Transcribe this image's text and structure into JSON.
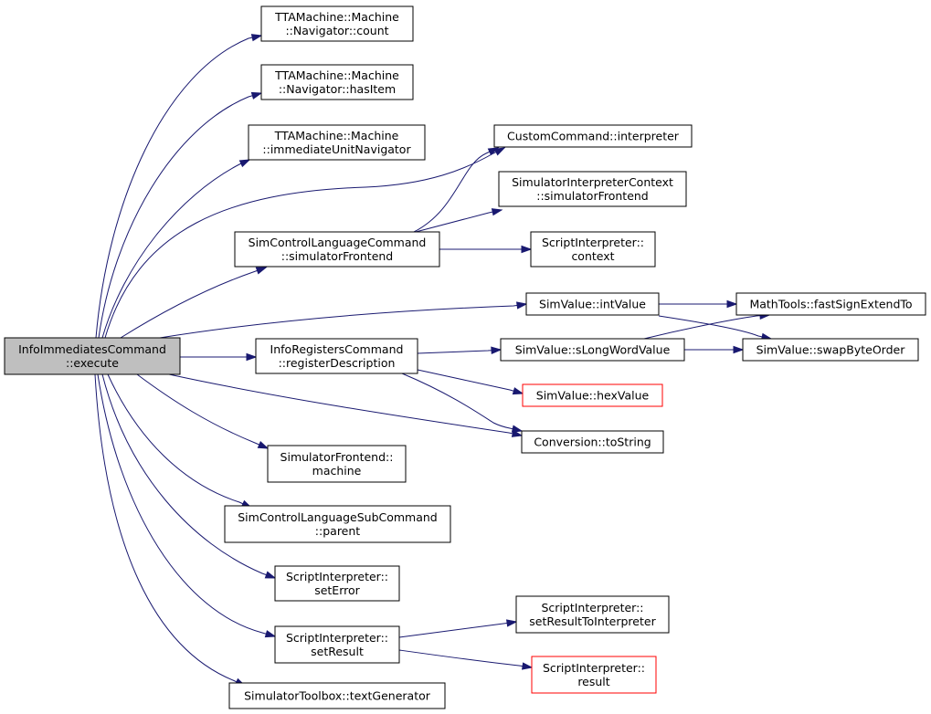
{
  "nodes": {
    "execute": {
      "lines": [
        "InfoImmediatesCommand",
        "::execute"
      ]
    },
    "navCount": {
      "lines": [
        "TTAMachine::Machine",
        "::Navigator::count"
      ]
    },
    "navHasItem": {
      "lines": [
        "TTAMachine::Machine",
        "::Navigator::hasItem"
      ]
    },
    "immNav": {
      "lines": [
        "TTAMachine::Machine",
        "::immediateUnitNavigator"
      ]
    },
    "customInterp": {
      "lines": [
        "CustomCommand::interpreter"
      ]
    },
    "simCtxFrontend": {
      "lines": [
        "SimulatorInterpreterContext",
        "::simulatorFrontend"
      ]
    },
    "sclcFrontend": {
      "lines": [
        "SimControlLanguageCommand",
        "::simulatorFrontend"
      ]
    },
    "scriptContext": {
      "lines": [
        "ScriptInterpreter::",
        "context"
      ]
    },
    "intValue": {
      "lines": [
        "SimValue::intValue"
      ]
    },
    "fastSign": {
      "lines": [
        "MathTools::fastSignExtendTo"
      ]
    },
    "regDesc": {
      "lines": [
        "InfoRegistersCommand",
        "::registerDescription"
      ]
    },
    "sLong": {
      "lines": [
        "SimValue::sLongWordValue"
      ]
    },
    "swap": {
      "lines": [
        "SimValue::swapByteOrder"
      ]
    },
    "hexValue": {
      "lines": [
        "SimValue::hexValue"
      ]
    },
    "toString": {
      "lines": [
        "Conversion::toString"
      ]
    },
    "machine": {
      "lines": [
        "SimulatorFrontend::",
        "machine"
      ]
    },
    "parent": {
      "lines": [
        "SimControlLanguageSubCommand",
        "::parent"
      ]
    },
    "setError": {
      "lines": [
        "ScriptInterpreter::",
        "setError"
      ]
    },
    "setResult": {
      "lines": [
        "ScriptInterpreter::",
        "setResult"
      ]
    },
    "setResultToInterp": {
      "lines": [
        "ScriptInterpreter::",
        "setResultToInterpreter"
      ]
    },
    "result": {
      "lines": [
        "ScriptInterpreter::",
        "result"
      ]
    },
    "textGen": {
      "lines": [
        "SimulatorToolbox::textGenerator"
      ]
    }
  },
  "colors": {
    "edge": "#191970",
    "root_fill": "#bfbfbf",
    "truncated_border": "#ff0000",
    "node_border": "#000000"
  }
}
